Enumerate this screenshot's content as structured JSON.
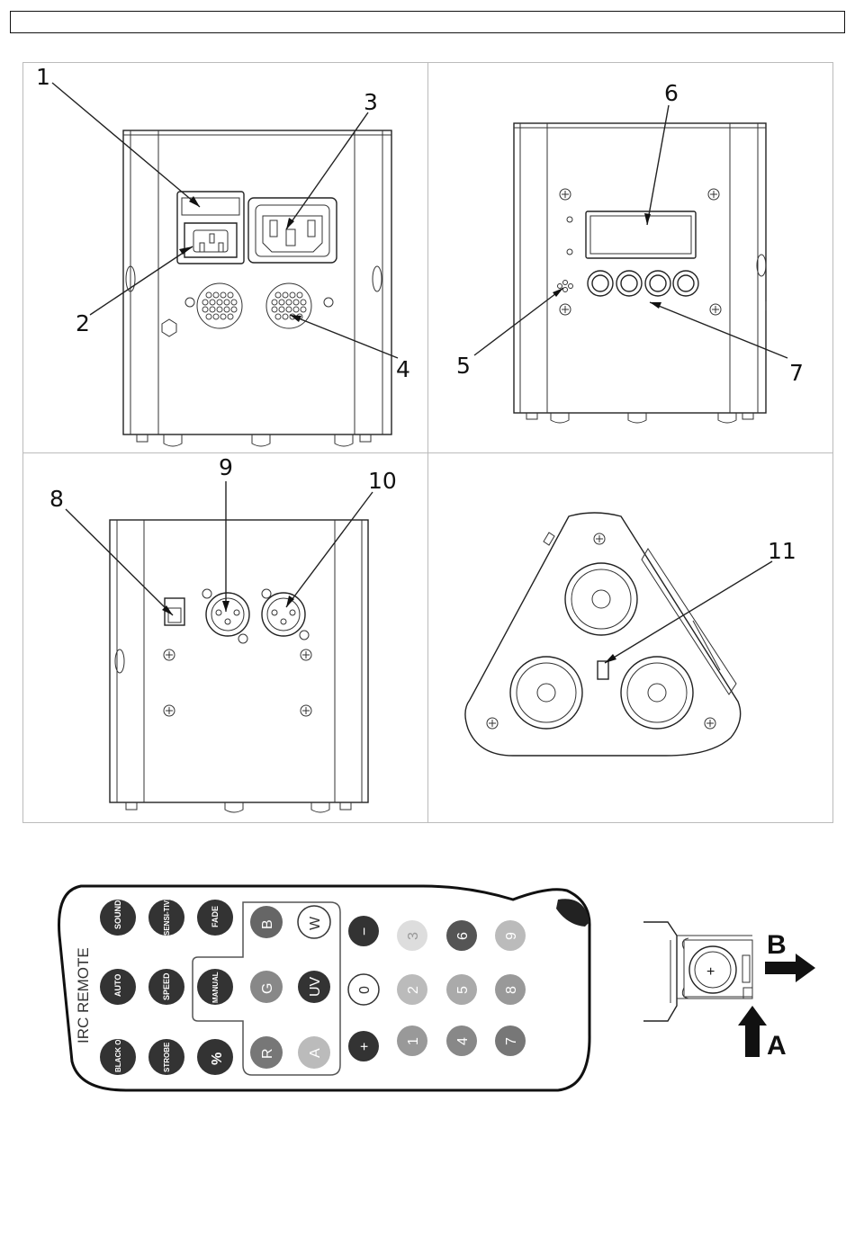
{
  "callouts": {
    "c1": "1",
    "c2": "2",
    "c3": "3",
    "c4": "4",
    "c5": "5",
    "c6": "6",
    "c7": "7",
    "c8": "8",
    "c9": "9",
    "c10": "10",
    "c11": "11"
  },
  "remote": {
    "brand": "IRC REMOTE",
    "buttons": {
      "sound": "SOUND",
      "sensitivity": "SENSI-TIVITY",
      "fade": "FADE",
      "auto": "AUTO",
      "speed": "SPEED",
      "manual": "MANUAL",
      "blackout": "BLACK OUT",
      "strobe": "STROBE",
      "percent": "%",
      "b": "B",
      "w": "W",
      "g": "G",
      "uv": "UV",
      "r": "R",
      "a": "A",
      "minus": "−",
      "zero": "0",
      "plus": "+",
      "n1": "1",
      "n2": "2",
      "n3": "3",
      "n4": "4",
      "n5": "5",
      "n6": "6",
      "n7": "7",
      "n8": "8",
      "n9": "9"
    }
  },
  "battery": {
    "label_a": "A",
    "label_b": "B",
    "plus": "+"
  }
}
